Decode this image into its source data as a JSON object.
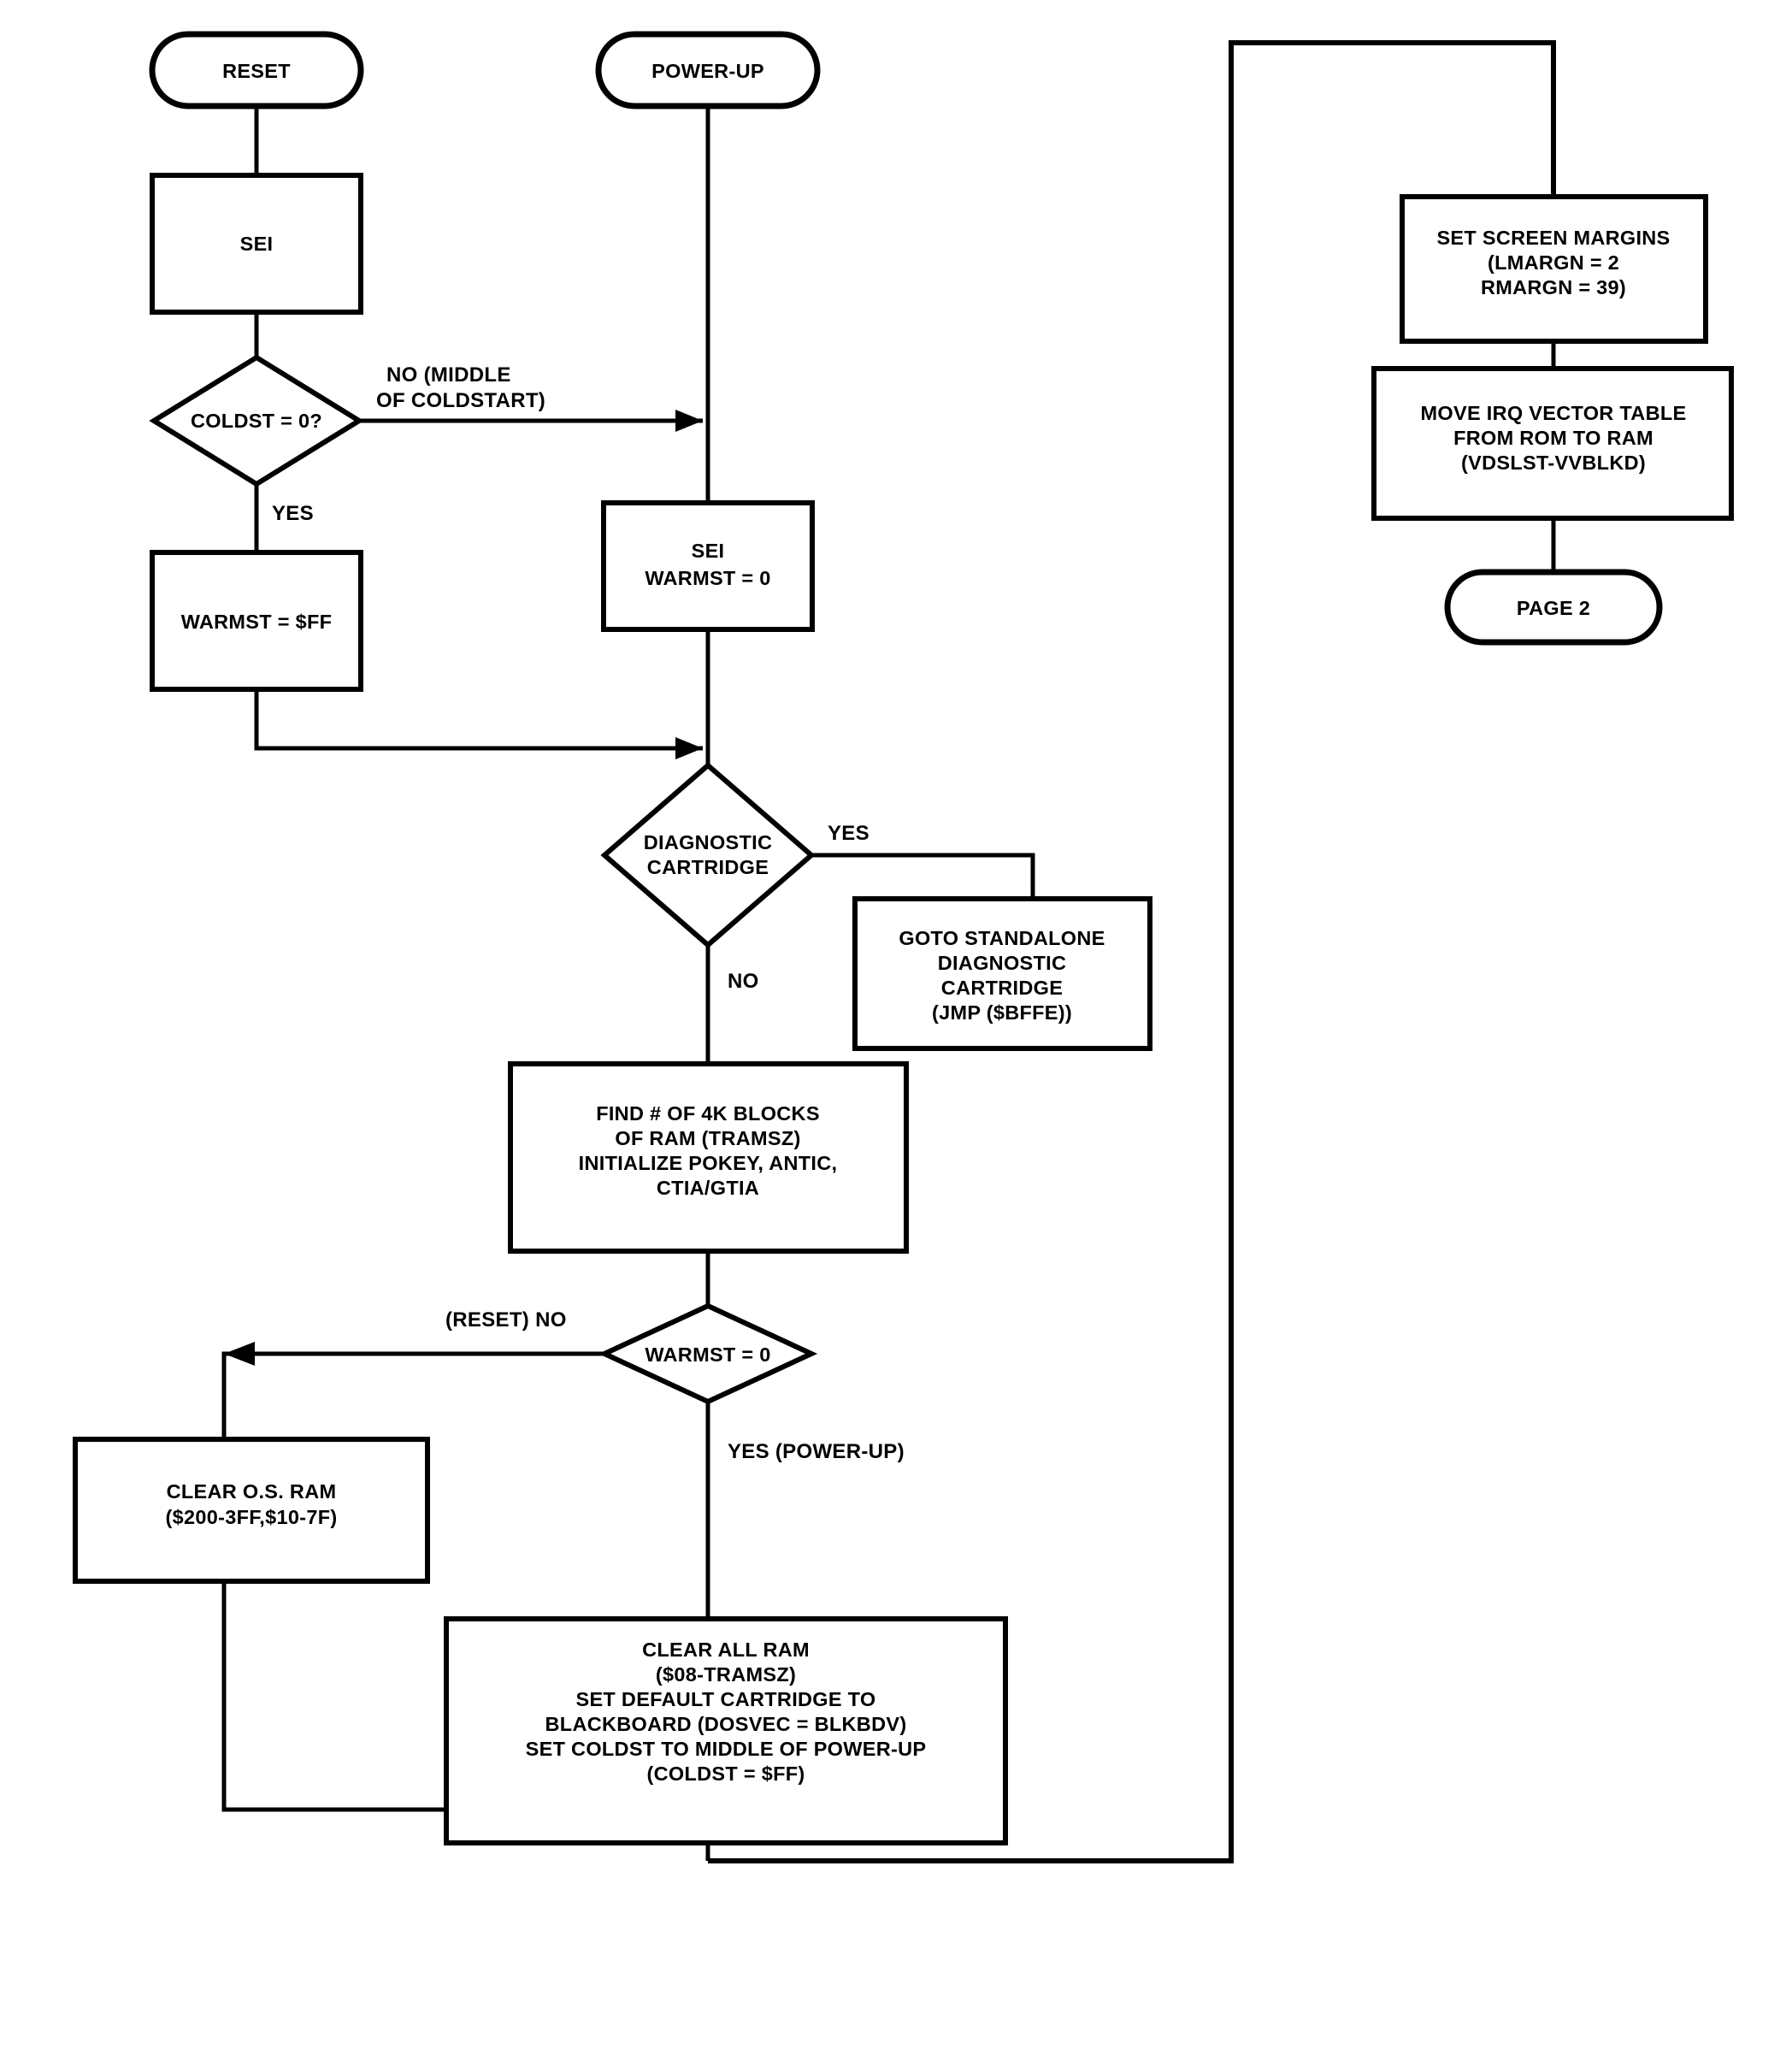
{
  "diagram": {
    "title": "Atari OS RESET / POWER-UP initialization flowchart",
    "type": "flowchart",
    "background_color": "#ffffff",
    "line_color": "#000000",
    "text_color": "#000000"
  },
  "nodes": {
    "reset_terminal": {
      "label": "RESET",
      "shape": "terminator"
    },
    "powerup_terminal": {
      "label": "POWER-UP",
      "shape": "terminator"
    },
    "sei_box": {
      "lines": [
        "SEI"
      ],
      "shape": "process"
    },
    "coldst_decision": {
      "lines": [
        "COLDST = 0?"
      ],
      "shape": "decision"
    },
    "warmst_ff_box": {
      "lines": [
        "WARMST = $FF"
      ],
      "shape": "process"
    },
    "sei_warmst_box": {
      "lines": [
        "SEI",
        "WARMST = 0"
      ],
      "shape": "process"
    },
    "diagnostic_decision": {
      "lines": [
        "DIAGNOSTIC",
        "CARTRIDGE"
      ],
      "shape": "decision"
    },
    "goto_standalone_box": {
      "lines": [
        "GOTO STANDALONE",
        "DIAGNOSTIC",
        "CARTRIDGE",
        "(JMP ($BFFE))"
      ],
      "shape": "process"
    },
    "find_blocks_box": {
      "lines": [
        "FIND # OF 4K BLOCKS",
        "OF RAM (TRAMSZ)",
        "INITIALIZE POKEY, ANTIC,",
        "CTIA/GTIA"
      ],
      "shape": "process"
    },
    "warmst_decision": {
      "lines": [
        "WARMST = 0"
      ],
      "shape": "decision"
    },
    "clear_os_ram_box": {
      "lines": [
        "CLEAR O.S. RAM",
        "($200-3FF,$10-7F)"
      ],
      "shape": "process"
    },
    "clear_all_ram_box": {
      "lines": [
        "CLEAR ALL RAM",
        "($08-TRAMSZ)",
        "SET DEFAULT CARTRIDGE TO",
        "BLACKBOARD (DOSVEC = BLKBDV)",
        "SET COLDST TO MIDDLE OF POWER-UP",
        "(COLDST =  $FF)"
      ],
      "shape": "process"
    },
    "set_margins_box": {
      "lines": [
        "SET SCREEN MARGINS",
        "(LMARGN =  2",
        "RMARGN = 39)"
      ],
      "shape": "process"
    },
    "move_irq_box": {
      "lines": [
        "MOVE IRQ VECTOR TABLE",
        "FROM ROM TO RAM",
        "(VDSLST-VVBLKD)"
      ],
      "shape": "process"
    },
    "page2_terminal": {
      "label": "PAGE 2",
      "shape": "terminator"
    }
  },
  "edge_labels": {
    "coldst_no": [
      "NO (MIDDLE",
      "OF COLDSTART)"
    ],
    "coldst_yes": "YES",
    "diagnostic_yes": "YES",
    "diagnostic_no": "NO",
    "warmst_no": "(RESET) NO",
    "warmst_yes": "YES (POWER-UP)"
  }
}
